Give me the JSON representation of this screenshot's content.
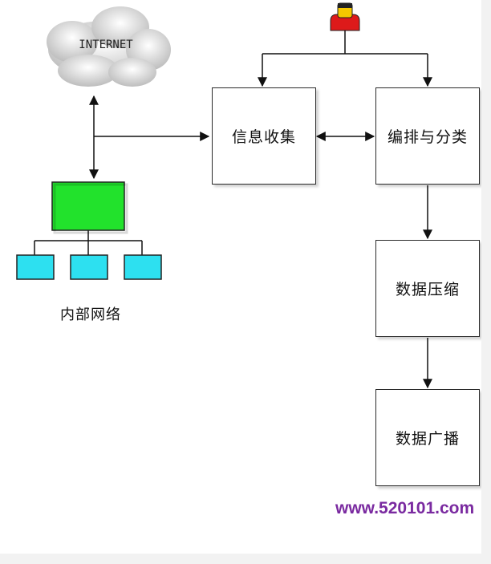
{
  "diagram": {
    "cloud_label": "INTERNET",
    "internal_network_label": "内部网络",
    "boxes": {
      "collect": "信息收集",
      "sort": "编排与分类",
      "compress": "数据压缩",
      "broadcast": "数据广播"
    },
    "watermark": "www.520101.com",
    "colors": {
      "switch": "#22e22c",
      "hosts": "#2de0f0",
      "user_body": "#dd1a1a",
      "user_head": "#f5c800",
      "watermark": "#7a2aa0",
      "line": "#111111"
    }
  }
}
